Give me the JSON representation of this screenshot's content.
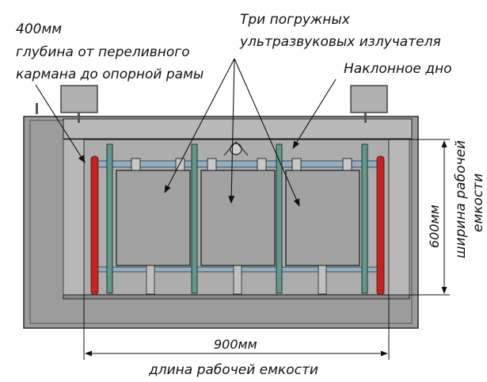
{
  "annotations": {
    "depth": [
      "400мм",
      "глубина от переливного",
      "кармана до опорной рамы"
    ],
    "emitters": [
      "Три погружных",
      "ультразвуковых излучателя"
    ],
    "bottom": [
      "Наклонное дно"
    ],
    "width_value": "600мм",
    "width_caption": [
      "ширина рабочей",
      "емкости"
    ],
    "length_value": "900мм",
    "length_caption": "длина рабочей емкости"
  },
  "colors": {
    "tank": "#9c9c9c",
    "interior": "#a9a9a9",
    "emitter": "#a2a2a2",
    "rail": "#8fb0c4",
    "post": "#5f9a8c",
    "heater": "#cc2020",
    "line": "#111111"
  }
}
